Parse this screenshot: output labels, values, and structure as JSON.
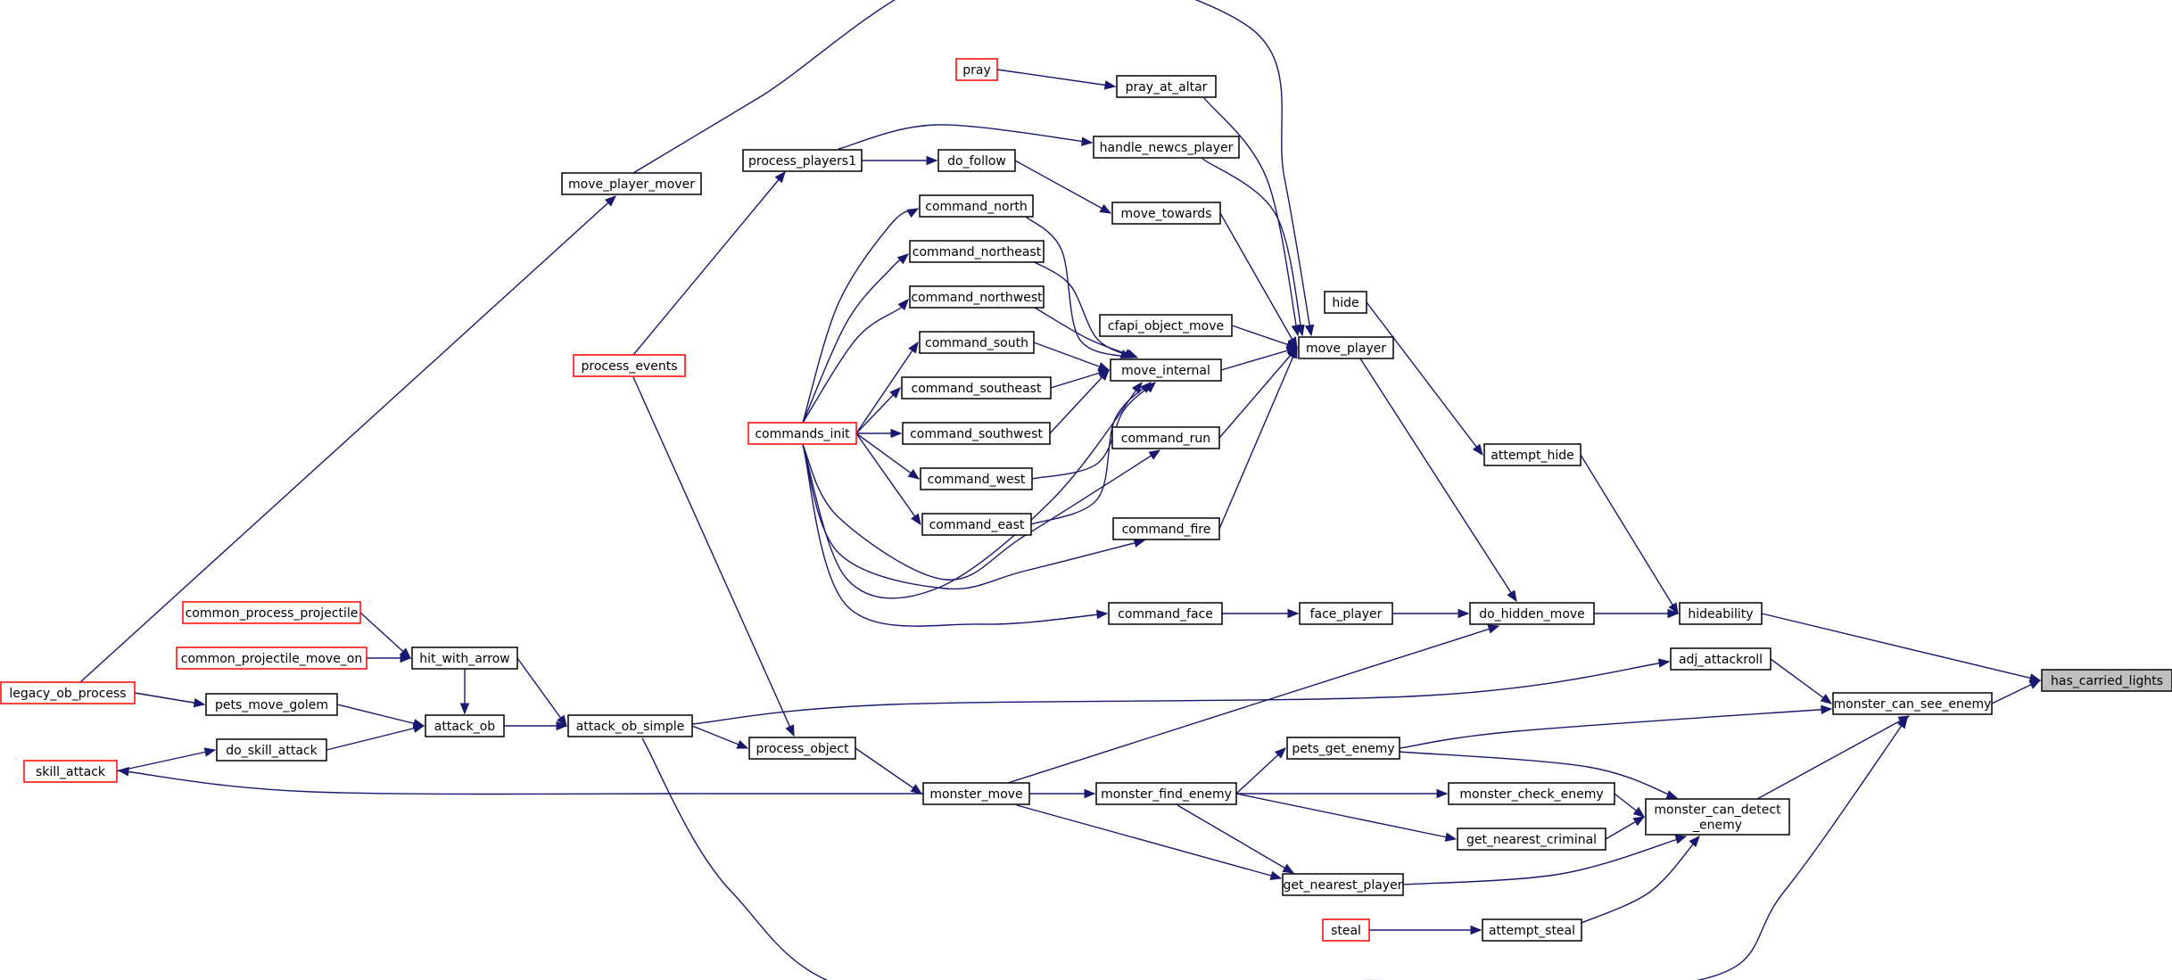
{
  "colors": {
    "edge": "#191970",
    "node_border": "#000000",
    "external_border": "#ff0000",
    "highlight_fill": "#bfbfbf"
  },
  "nodes": [
    {
      "id": "has_carried_lights",
      "label": "has_carried_lights",
      "style": "highlight"
    },
    {
      "id": "hideability",
      "label": "hideability",
      "style": "normal"
    },
    {
      "id": "monster_can_see_enemy",
      "label": "monster_can_see_enemy",
      "style": "normal"
    },
    {
      "id": "attempt_hide",
      "label": "attempt_hide",
      "style": "normal"
    },
    {
      "id": "do_hidden_move",
      "label": "do_hidden_move",
      "style": "normal"
    },
    {
      "id": "hide",
      "label": "hide",
      "style": "normal"
    },
    {
      "id": "adj_attackroll",
      "label": "adj_attackroll",
      "style": "normal"
    },
    {
      "id": "monster_can_detect_enemy",
      "label": "monster_can_detect\n_enemy",
      "style": "normal"
    },
    {
      "id": "attack_ob_simple",
      "label": "attack_ob_simple",
      "style": "normal"
    },
    {
      "id": "pets_get_enemy",
      "label": "pets_get_enemy",
      "style": "normal"
    },
    {
      "id": "monster_move",
      "label": "monster_move",
      "style": "normal"
    },
    {
      "id": "move_player",
      "label": "move_player",
      "style": "normal"
    },
    {
      "id": "face_player",
      "label": "face_player",
      "style": "normal"
    },
    {
      "id": "command_face",
      "label": "command_face",
      "style": "normal"
    },
    {
      "id": "commands_init",
      "label": "commands_init",
      "style": "external"
    },
    {
      "id": "move_internal",
      "label": "move_internal",
      "style": "normal"
    },
    {
      "id": "command_north",
      "label": "command_north",
      "style": "normal"
    },
    {
      "id": "command_northeast",
      "label": "command_northeast",
      "style": "normal"
    },
    {
      "id": "command_northwest",
      "label": "command_northwest",
      "style": "normal"
    },
    {
      "id": "command_south",
      "label": "command_south",
      "style": "normal"
    },
    {
      "id": "command_southeast",
      "label": "command_southeast",
      "style": "normal"
    },
    {
      "id": "command_southwest",
      "label": "command_southwest",
      "style": "normal"
    },
    {
      "id": "command_west",
      "label": "command_west",
      "style": "normal"
    },
    {
      "id": "command_east",
      "label": "command_east",
      "style": "normal"
    },
    {
      "id": "command_run",
      "label": "command_run",
      "style": "normal"
    },
    {
      "id": "command_fire",
      "label": "command_fire",
      "style": "normal"
    },
    {
      "id": "cfapi_object_move",
      "label": "cfapi_object_move",
      "style": "normal"
    },
    {
      "id": "move_towards",
      "label": "move_towards",
      "style": "normal"
    },
    {
      "id": "do_follow",
      "label": "do_follow",
      "style": "normal"
    },
    {
      "id": "process_players1",
      "label": "process_players1",
      "style": "normal"
    },
    {
      "id": "process_events",
      "label": "process_events",
      "style": "external"
    },
    {
      "id": "handle_newcs_player",
      "label": "handle_newcs_player",
      "style": "normal"
    },
    {
      "id": "pray_at_altar",
      "label": "pray_at_altar",
      "style": "normal"
    },
    {
      "id": "pray",
      "label": "pray",
      "style": "external"
    },
    {
      "id": "move_player_mover",
      "label": "move_player_mover",
      "style": "normal"
    },
    {
      "id": "legacy_ob_process",
      "label": "legacy_ob_process",
      "style": "external"
    },
    {
      "id": "monster_check_enemy",
      "label": "monster_check_enemy",
      "style": "normal"
    },
    {
      "id": "get_nearest_criminal",
      "label": "get_nearest_criminal",
      "style": "normal"
    },
    {
      "id": "get_nearest_player",
      "label": "get_nearest_player",
      "style": "normal"
    },
    {
      "id": "attempt_steal",
      "label": "attempt_steal",
      "style": "normal"
    },
    {
      "id": "steal",
      "label": "steal",
      "style": "external"
    },
    {
      "id": "monster_find_enemy",
      "label": "monster_find_enemy",
      "style": "normal"
    },
    {
      "id": "attack_ob",
      "label": "attack_ob",
      "style": "normal"
    },
    {
      "id": "process_object",
      "label": "process_object",
      "style": "normal"
    },
    {
      "id": "hit_with_arrow",
      "label": "hit_with_arrow",
      "style": "normal"
    },
    {
      "id": "pets_move_golem",
      "label": "pets_move_golem",
      "style": "normal"
    },
    {
      "id": "do_skill_attack",
      "label": "do_skill_attack",
      "style": "normal"
    },
    {
      "id": "common_process_projectile",
      "label": "common_process_projectile",
      "style": "external"
    },
    {
      "id": "common_projectile_move_on",
      "label": "common_projectile_move_on",
      "style": "external"
    },
    {
      "id": "skill_attack",
      "label": "skill_attack",
      "style": "external"
    }
  ],
  "edges": [
    {
      "from": "hideability",
      "to": "has_carried_lights"
    },
    {
      "from": "monster_can_see_enemy",
      "to": "has_carried_lights"
    },
    {
      "from": "attempt_hide",
      "to": "hideability"
    },
    {
      "from": "do_hidden_move",
      "to": "hideability"
    },
    {
      "from": "hide",
      "to": "attempt_hide"
    },
    {
      "from": "face_player",
      "to": "do_hidden_move"
    },
    {
      "from": "move_player",
      "to": "do_hidden_move"
    },
    {
      "from": "monster_move",
      "to": "do_hidden_move"
    },
    {
      "from": "command_face",
      "to": "face_player"
    },
    {
      "from": "commands_init",
      "to": "command_face"
    },
    {
      "from": "move_internal",
      "to": "move_player"
    },
    {
      "from": "command_run",
      "to": "move_player"
    },
    {
      "from": "command_fire",
      "to": "move_player"
    },
    {
      "from": "cfapi_object_move",
      "to": "move_player"
    },
    {
      "from": "move_towards",
      "to": "move_player"
    },
    {
      "from": "handle_newcs_player",
      "to": "move_player"
    },
    {
      "from": "pray_at_altar",
      "to": "move_player"
    },
    {
      "from": "move_player_mover",
      "to": "move_player"
    },
    {
      "from": "command_north",
      "to": "move_internal"
    },
    {
      "from": "command_northeast",
      "to": "move_internal"
    },
    {
      "from": "command_northwest",
      "to": "move_internal"
    },
    {
      "from": "command_south",
      "to": "move_internal"
    },
    {
      "from": "command_southeast",
      "to": "move_internal"
    },
    {
      "from": "command_southwest",
      "to": "move_internal"
    },
    {
      "from": "command_west",
      "to": "move_internal"
    },
    {
      "from": "command_east",
      "to": "move_internal"
    },
    {
      "from": "commands_init",
      "to": "move_internal"
    },
    {
      "from": "commands_init",
      "to": "command_north"
    },
    {
      "from": "commands_init",
      "to": "command_northeast"
    },
    {
      "from": "commands_init",
      "to": "command_northwest"
    },
    {
      "from": "commands_init",
      "to": "command_south"
    },
    {
      "from": "commands_init",
      "to": "command_southeast"
    },
    {
      "from": "commands_init",
      "to": "command_southwest"
    },
    {
      "from": "commands_init",
      "to": "command_west"
    },
    {
      "from": "commands_init",
      "to": "command_east"
    },
    {
      "from": "commands_init",
      "to": "command_run"
    },
    {
      "from": "commands_init",
      "to": "command_fire"
    },
    {
      "from": "do_follow",
      "to": "move_towards"
    },
    {
      "from": "process_players1",
      "to": "do_follow"
    },
    {
      "from": "process_players1",
      "to": "handle_newcs_player"
    },
    {
      "from": "process_events",
      "to": "process_players1"
    },
    {
      "from": "pray",
      "to": "pray_at_altar"
    },
    {
      "from": "legacy_ob_process",
      "to": "move_player_mover"
    },
    {
      "from": "adj_attackroll",
      "to": "monster_can_see_enemy"
    },
    {
      "from": "monster_can_detect_enemy",
      "to": "monster_can_see_enemy"
    },
    {
      "from": "attack_ob_simple",
      "to": "monster_can_see_enemy"
    },
    {
      "from": "pets_get_enemy",
      "to": "monster_can_see_enemy"
    },
    {
      "from": "attack_ob_simple",
      "to": "adj_attackroll"
    },
    {
      "from": "pets_get_enemy",
      "to": "monster_can_detect_enemy"
    },
    {
      "from": "monster_check_enemy",
      "to": "monster_can_detect_enemy"
    },
    {
      "from": "get_nearest_criminal",
      "to": "monster_can_detect_enemy"
    },
    {
      "from": "get_nearest_player",
      "to": "monster_can_detect_enemy"
    },
    {
      "from": "attempt_steal",
      "to": "monster_can_detect_enemy"
    },
    {
      "from": "steal",
      "to": "attempt_steal"
    },
    {
      "from": "monster_find_enemy",
      "to": "pets_get_enemy"
    },
    {
      "from": "monster_find_enemy",
      "to": "monster_check_enemy"
    },
    {
      "from": "monster_find_enemy",
      "to": "get_nearest_criminal"
    },
    {
      "from": "monster_find_enemy",
      "to": "get_nearest_player"
    },
    {
      "from": "monster_move",
      "to": "monster_find_enemy"
    },
    {
      "from": "monster_move",
      "to": "get_nearest_player"
    },
    {
      "from": "monster_move",
      "to": "skill_attack"
    },
    {
      "from": "process_object",
      "to": "monster_move"
    },
    {
      "from": "process_events",
      "to": "process_object"
    },
    {
      "from": "attack_ob_simple",
      "to": "process_object"
    },
    {
      "from": "attack_ob",
      "to": "attack_ob_simple"
    },
    {
      "from": "hit_with_arrow",
      "to": "attack_ob_simple"
    },
    {
      "from": "hit_with_arrow",
      "to": "attack_ob"
    },
    {
      "from": "pets_move_golem",
      "to": "attack_ob"
    },
    {
      "from": "do_skill_attack",
      "to": "attack_ob"
    },
    {
      "from": "common_process_projectile",
      "to": "hit_with_arrow"
    },
    {
      "from": "common_projectile_move_on",
      "to": "hit_with_arrow"
    },
    {
      "from": "legacy_ob_process",
      "to": "pets_move_golem"
    },
    {
      "from": "skill_attack",
      "to": "do_skill_attack"
    }
  ]
}
